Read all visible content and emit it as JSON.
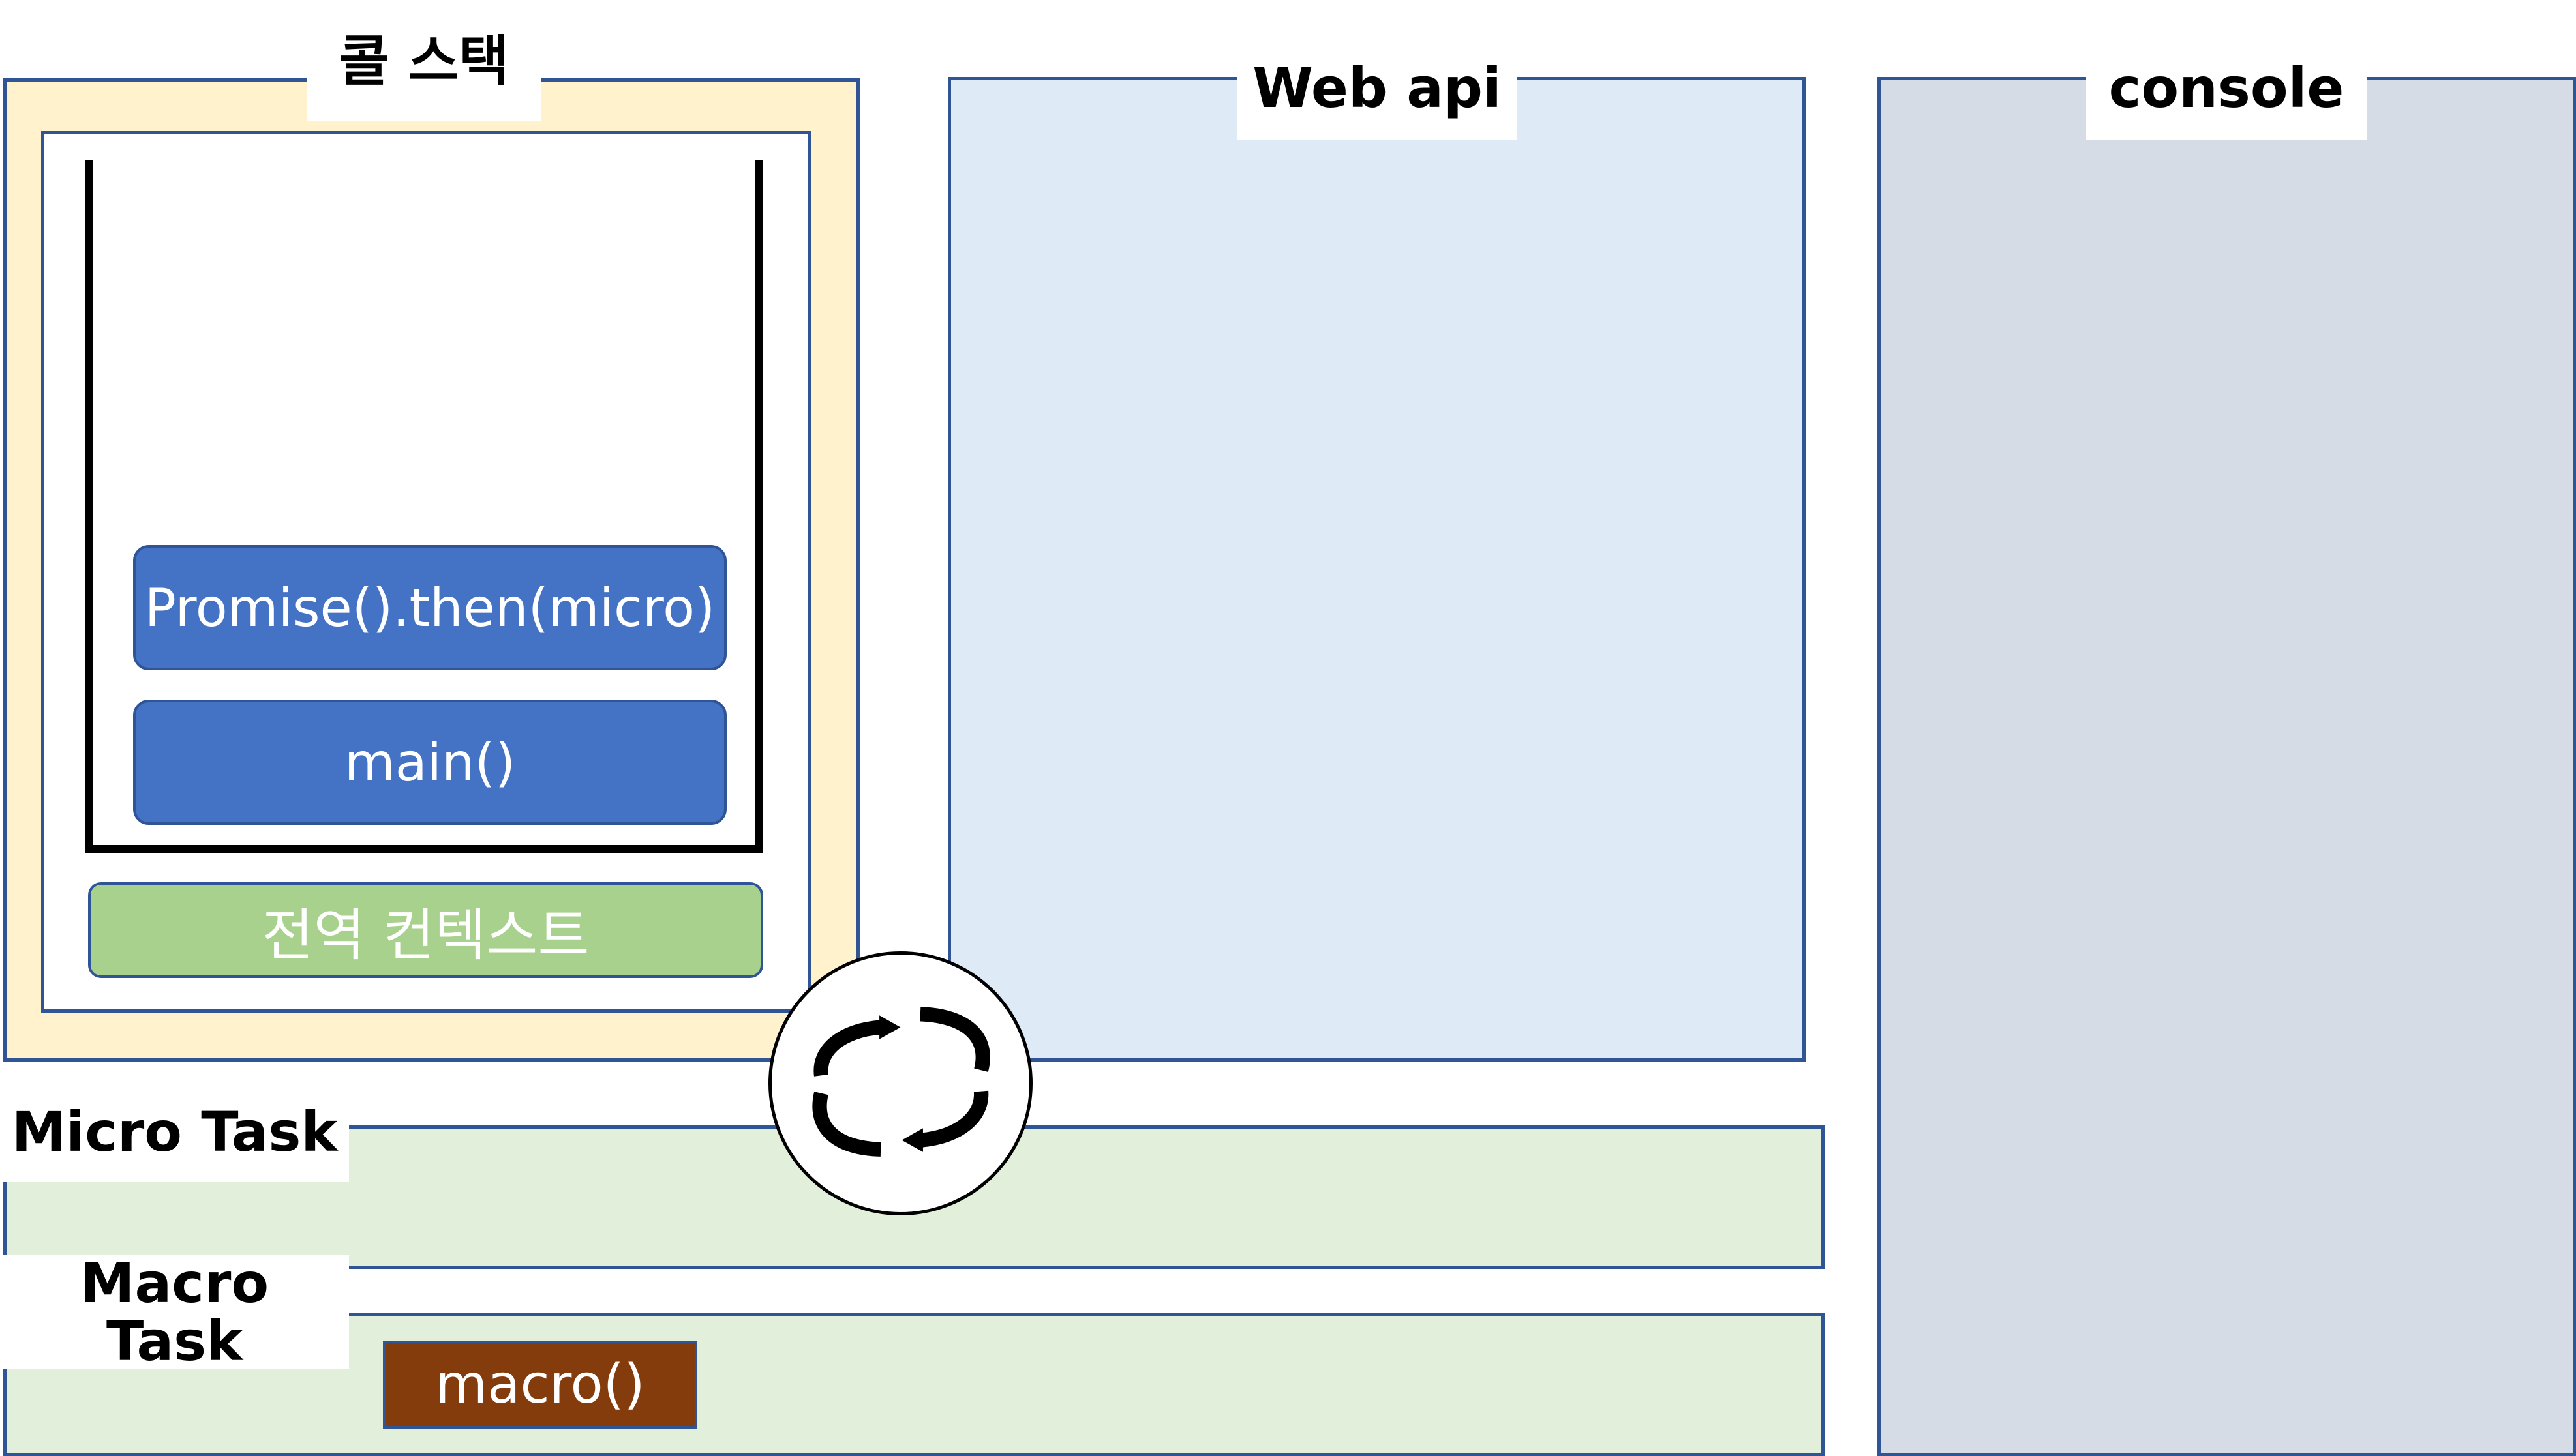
{
  "colors": {
    "call_stack_bg": "#FFF2CC",
    "web_api_bg": "#DEEBF7",
    "console_bg": "#D6DCE5",
    "task_queue_bg": "#E2EFDA",
    "panel_border": "#2F5597",
    "frame_fill": "#4472C4",
    "global_context_fill": "#A9D18E",
    "macro_fill": "#843C0C",
    "text_white": "#FFFFFF",
    "text_black": "#000000"
  },
  "call_stack": {
    "title": "콜 스택",
    "frames": [
      {
        "label": "Promise().then(micro)"
      },
      {
        "label": "main()"
      }
    ],
    "global_context": {
      "label": "전역 컨텍스트"
    }
  },
  "web_api": {
    "title": "Web api"
  },
  "console": {
    "title": "console"
  },
  "event_loop": {
    "icon": "refresh-cycle-icon"
  },
  "micro_task": {
    "title": "Micro Task"
  },
  "macro_task": {
    "title": "Macro\nTask",
    "items": [
      {
        "label": "macro()"
      }
    ]
  }
}
